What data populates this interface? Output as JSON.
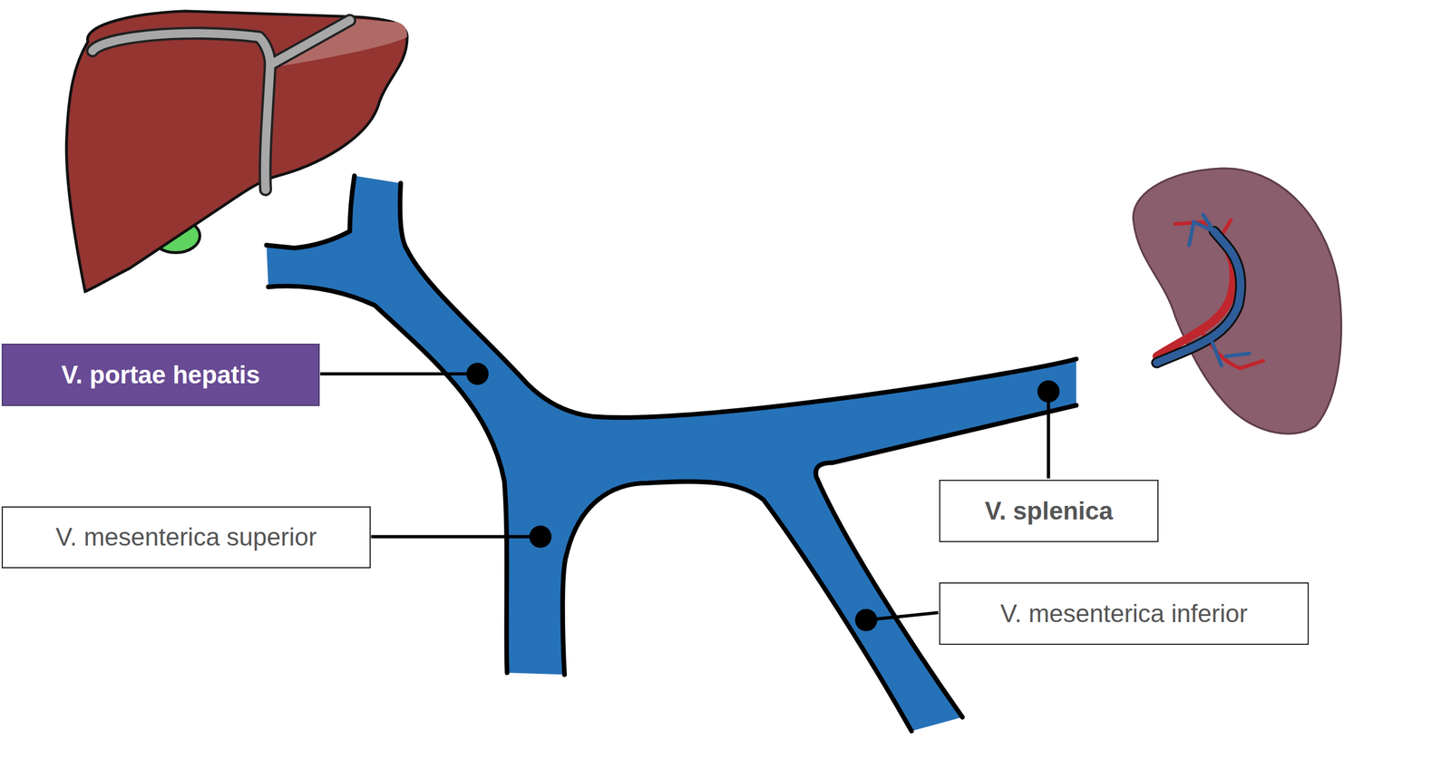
{
  "diagram": {
    "nodes": [
      {
        "text": [
          "V. portae hepatis"
        ]
      },
      {
        "text": [
          "V. splenica"
        ]
      },
      {
        "text": [
          "V. mesenterica superior"
        ]
      },
      {
        "text": [
          "V. mesenterica inferior"
        ]
      }
    ]
  }
}
